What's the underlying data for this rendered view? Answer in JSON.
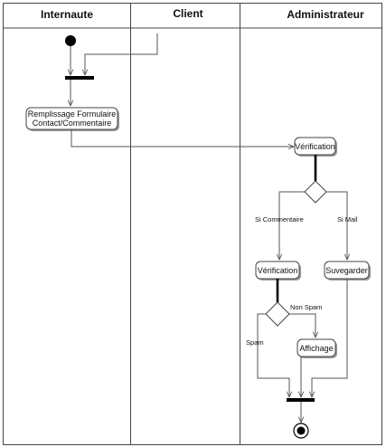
{
  "swimlanes": [
    {
      "name": "Internaute"
    },
    {
      "name": "Client"
    },
    {
      "name": "Administrateur"
    }
  ],
  "activities": {
    "remplissage": {
      "line1": "Remplissage Formulaire",
      "line2": "Contact/Commentaire"
    },
    "verification_1": "Vérification",
    "verification_2": "Vérification",
    "sauvegarder": "Suvegarder",
    "affichage": "Affichage"
  },
  "guards": {
    "si_commentaire": "Si Commentaire",
    "si_mail": "Si Mail",
    "non_spam": "Non Spam",
    "spam": "Spam"
  }
}
